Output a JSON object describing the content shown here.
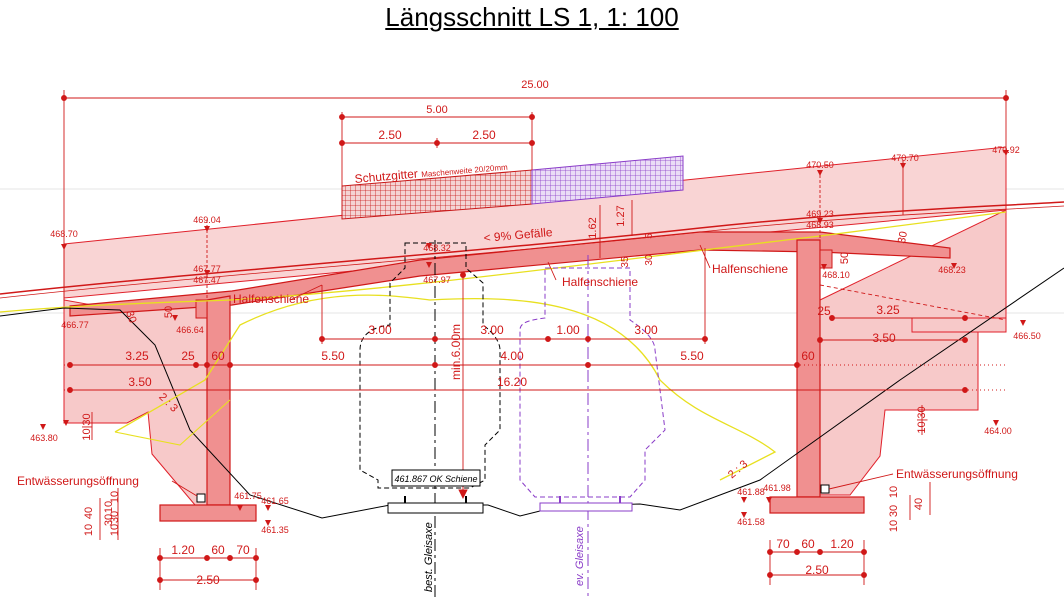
{
  "title": "Längsschnitt LS 1, 1: 100",
  "colors": {
    "structure_fill": "#f7c9c9",
    "structure_stroke": "#e0202a",
    "dimension": "#d0101a",
    "terrain": "#000000",
    "clearance_existing": "#000000",
    "clearance_future": "#8a3cc8",
    "profile_line": "#e8e020",
    "fence_red": "#d02020",
    "fence_purple": "#8a3cc8"
  },
  "dimensions": {
    "total_span": "25.00",
    "fence_total": "5.00",
    "fence_left": "2.50",
    "fence_right": "2.50",
    "dims_3_00_a": "3.00",
    "dims_3_00_b": "3.00",
    "dims_1_00": "1.00",
    "dims_3_00_c": "3.00",
    "dims_5_50_left": "5.50",
    "dims_4_00": "4.00",
    "dims_5_50_right": "5.50",
    "dims_16_20": "16.20",
    "dims_3_25_left": "3.25",
    "dims_3_50_left": "3.50",
    "dims_3_25_right": "3.25",
    "dims_3_50_right": "3.50",
    "dims_25_left": "25",
    "dims_60_left": "60",
    "dims_25_right": "25",
    "dims_60_right": "60",
    "dims_50_left": "50",
    "dims_50_right": "50",
    "dims_30_left": "30",
    "dims_30_right": "30",
    "dims_1_62": "1.62",
    "dims_1_27": "1.27",
    "dims_35": "35",
    "dims_30_mid": "30",
    "dims_5_mid": "5",
    "clearance_height": "min.6.00m",
    "left_foot_120": "1.20",
    "left_foot_60": "60",
    "left_foot_70": "70",
    "left_foot_250": "2.50",
    "right_foot_70": "70",
    "right_foot_60": "60",
    "right_foot_120": "1.20",
    "right_foot_250": "2.50",
    "left_vert_10a": "10",
    "left_vert_30": "30",
    "left_vert_10b": "10",
    "left_vert_40": "40",
    "left_vert_10c": "10",
    "left_vert_30b": "30",
    "left_vert_10d": "10",
    "right_vert_10a": "10",
    "right_vert_30": "30",
    "right_vert_10b": "10",
    "right_vert_40": "40",
    "wing_10_30_left": "10|30",
    "wing_10_30_right": "10|30",
    "slope_left": "2 : 3",
    "slope_right": "2 : 3"
  },
  "elevations": {
    "e468_70": "468.70",
    "e469_04": "469.04",
    "e467_77": "467.77",
    "e467_47": "467.47",
    "e466_77": "466.77",
    "e466_64": "466.64",
    "e468_32": "468.32",
    "e467_97": "467.97",
    "e470_50": "470.50",
    "e470_70": "470.70",
    "e470_92": "470.92",
    "e469_23": "469.23",
    "e468_93": "468.93",
    "e468_10": "468.10",
    "e468_23": "468.23",
    "e466_50": "466.50",
    "e463_80": "463.80",
    "e464_00": "464.00",
    "e461_75": "461.75",
    "e461_65": "461.65",
    "e461_35": "461.35",
    "e461_88": "461.88",
    "e461_98": "461.98",
    "e461_58": "461.58"
  },
  "labels": {
    "fence": "Schutzgitter",
    "fence_mesh": "Maschenweite 20/20mm",
    "gradient": "< 9% Gefälle",
    "halfen_left": "Halfenschiene",
    "halfen_mid": "Halfenschiene",
    "halfen_right": "Halfenschiene",
    "drain_left": "Entwässerungsöffnung",
    "drain_right": "Entwässerungsöffnung",
    "rail_top": "461.867 OK Schiene",
    "track_existing": "best. Gleisaxe",
    "track_future": "ev. Gleisaxe"
  }
}
